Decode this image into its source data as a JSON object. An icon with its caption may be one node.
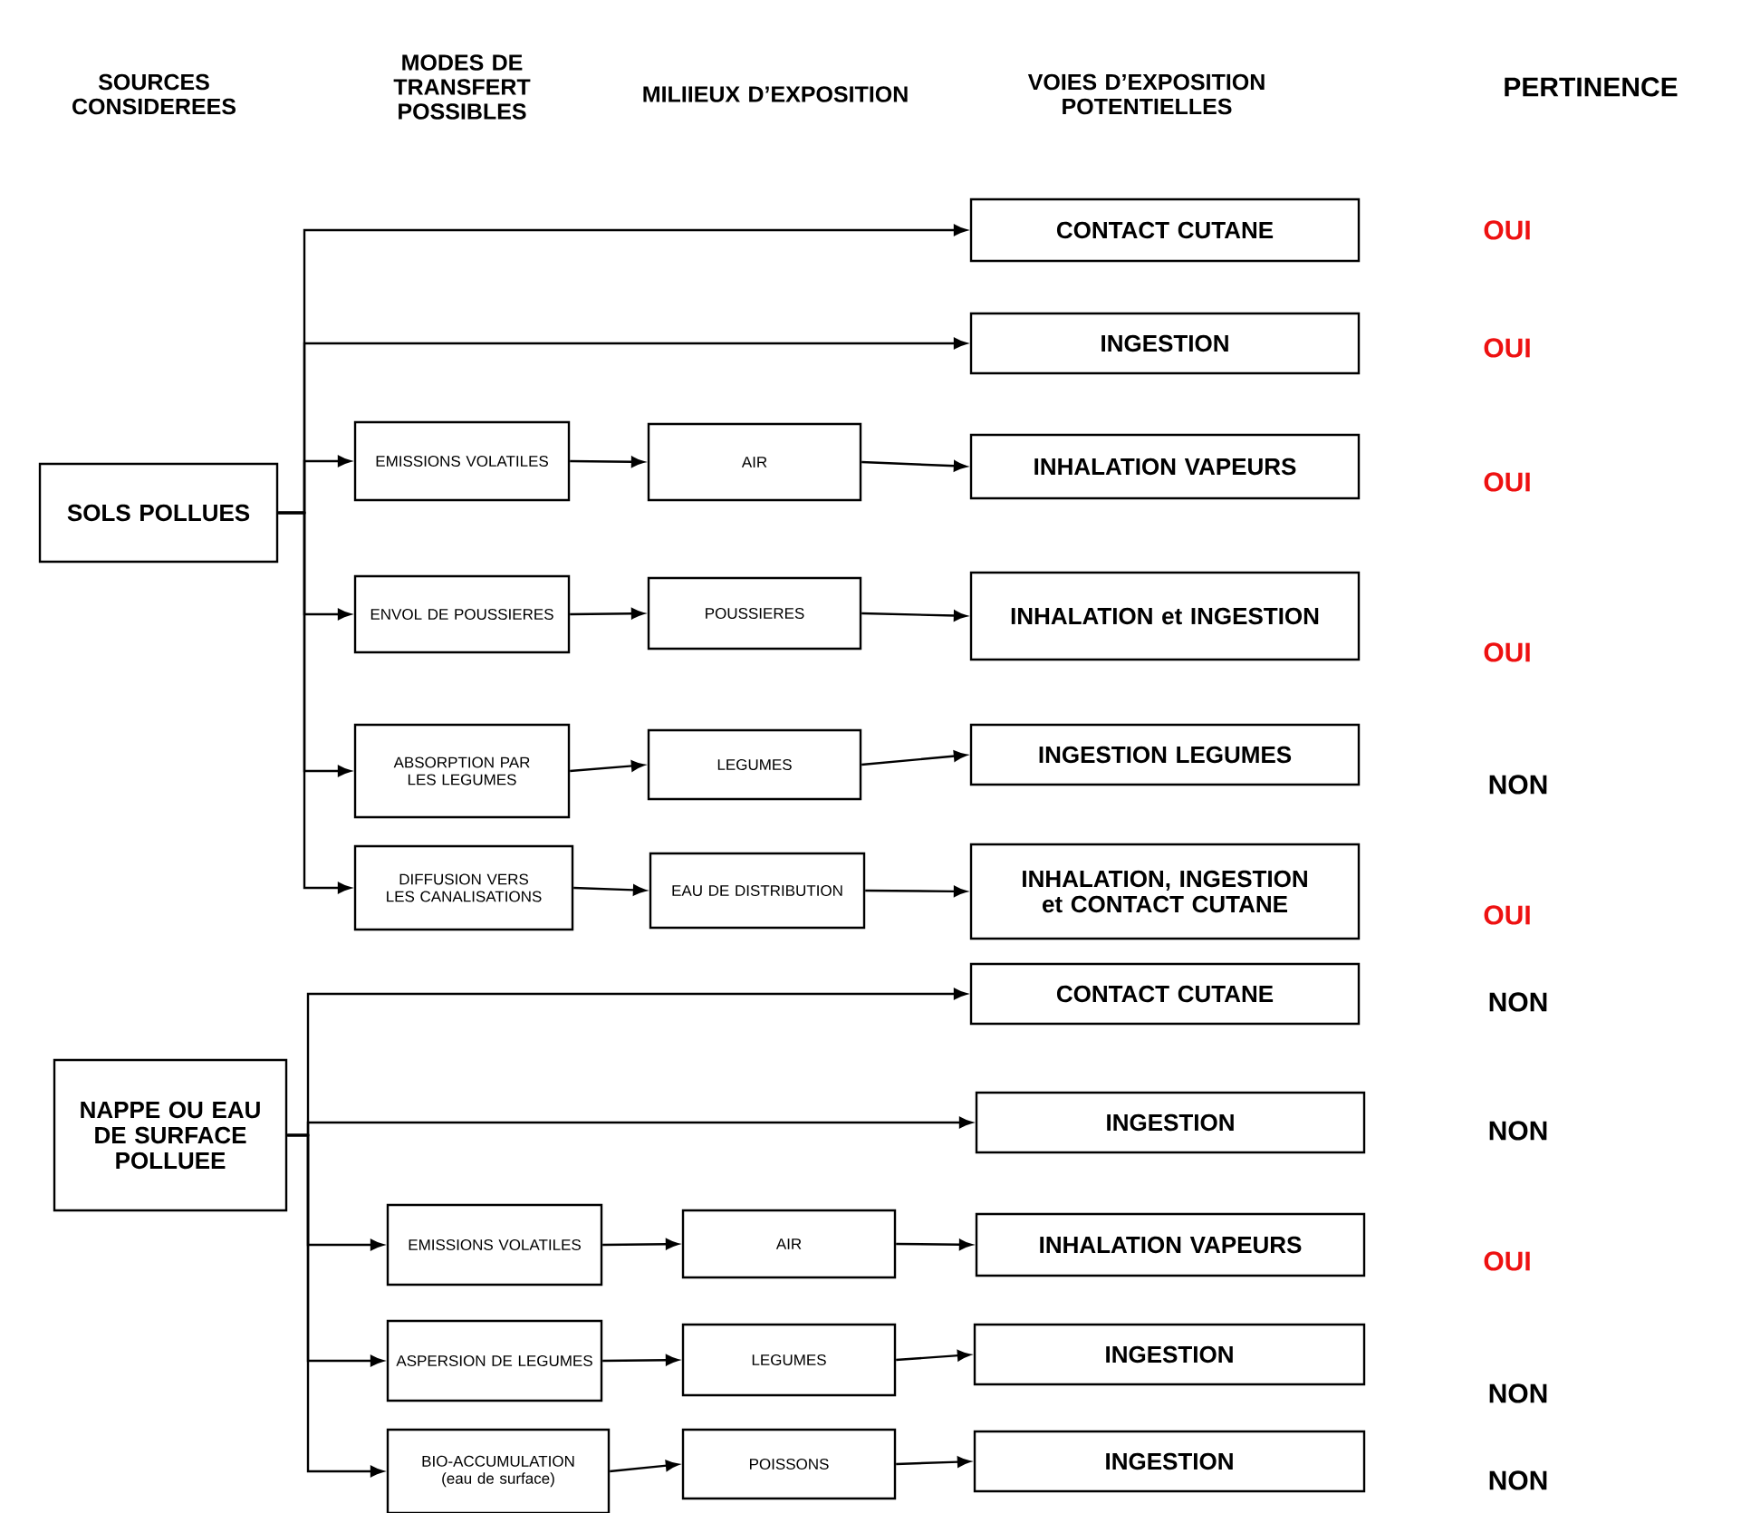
{
  "diagram": {
    "nodes": [
      {
        "text": [
          "SOLS POLLUES"
        ]
      },
      {
        "text": [
          "CONTACT CUTANE"
        ]
      },
      {
        "text": [
          "INGESTION"
        ]
      },
      {
        "text": [
          "EMISSIONS VOLATILES"
        ]
      },
      {
        "text": [
          "AIR"
        ]
      },
      {
        "text": [
          "INHALATION VAPEURS"
        ]
      },
      {
        "text": [
          "ENVOL DE POUSSIERES"
        ]
      },
      {
        "text": [
          "POUSSIERES"
        ]
      },
      {
        "text": [
          "INHALATION et INGESTION"
        ]
      },
      {
        "text": [
          "ABSORPTION PAR LES LEGUMES"
        ]
      },
      {
        "text": [
          "LEGUMES"
        ]
      },
      {
        "text": [
          "INGESTION LEGUMES"
        ]
      },
      {
        "text": [
          "DIFFUSION VERS LES CANALISATIONS"
        ]
      },
      {
        "text": [
          "EAU DE DISTRIBUTION"
        ]
      },
      {
        "text": [
          "INHALATION, INGESTION et CONTACT CUTANE"
        ]
      },
      {
        "text": [
          "NAPPE OU EAU DE SURFACE POLLUEE"
        ]
      },
      {
        "text": [
          "CONTACT CUTANE"
        ]
      },
      {
        "text": [
          "INGESTION"
        ]
      },
      {
        "text": [
          "EMISSIONS VOLATILES"
        ]
      },
      {
        "text": [
          "AIR"
        ]
      },
      {
        "text": [
          "INHALATION VAPEURS"
        ]
      },
      {
        "text": [
          "ASPERSION DE LEGUMES"
        ]
      },
      {
        "text": [
          "LEGUMES"
        ]
      },
      {
        "text": [
          "INGESTION"
        ]
      },
      {
        "text": [
          "BIO-ACCUMULATION (eau de surface)"
        ]
      },
      {
        "text": [
          "POISSONS"
        ]
      },
      {
        "text": [
          "INGESTION"
        ]
      }
    ],
    "edges": [
      {
        "from": 0,
        "to": 1,
        "arrow": "to"
      },
      {
        "from": 0,
        "to": 2,
        "arrow": "to"
      },
      {
        "from": 0,
        "to": 3,
        "arrow": "to"
      },
      {
        "from": 3,
        "to": 4,
        "arrow": "to"
      },
      {
        "from": 4,
        "to": 5,
        "arrow": "to"
      },
      {
        "from": 0,
        "to": 6,
        "arrow": "to"
      },
      {
        "from": 6,
        "to": 7,
        "arrow": "to"
      },
      {
        "from": 7,
        "to": 8,
        "arrow": "to"
      },
      {
        "from": 0,
        "to": 9,
        "arrow": "to"
      },
      {
        "from": 9,
        "to": 10,
        "arrow": "to"
      },
      {
        "from": 10,
        "to": 11,
        "arrow": "to"
      },
      {
        "from": 0,
        "to": 12,
        "arrow": "to"
      },
      {
        "from": 12,
        "to": 13,
        "arrow": "to"
      },
      {
        "from": 13,
        "to": 14,
        "arrow": "to"
      },
      {
        "from": 15,
        "to": 16,
        "arrow": "to"
      },
      {
        "from": 15,
        "to": 17,
        "arrow": "to"
      },
      {
        "from": 15,
        "to": 18,
        "arrow": "to"
      },
      {
        "from": 18,
        "to": 19,
        "arrow": "to"
      },
      {
        "from": 19,
        "to": 20,
        "arrow": "to"
      },
      {
        "from": 15,
        "to": 21,
        "arrow": "to"
      },
      {
        "from": 21,
        "to": 22,
        "arrow": "to"
      },
      {
        "from": 22,
        "to": 23,
        "arrow": "to"
      },
      {
        "from": 15,
        "to": 24,
        "arrow": "to"
      },
      {
        "from": 24,
        "to": 25,
        "arrow": "to"
      },
      {
        "from": 25,
        "to": 26,
        "arrow": "to"
      }
    ],
    "labels": [
      "SOURCES CONSIDEREES",
      "MODES DE TRANSFERT POSSIBLES",
      "MILIIEUX D’EXPOSITION",
      "VOIES D’EXPOSITION POTENTIELLES",
      "PERTINENCE",
      "OUI",
      "OUI",
      "OUI",
      "OUI",
      "NON",
      "OUI",
      "NON",
      "NON",
      "OUI",
      "NON",
      "NON"
    ]
  }
}
